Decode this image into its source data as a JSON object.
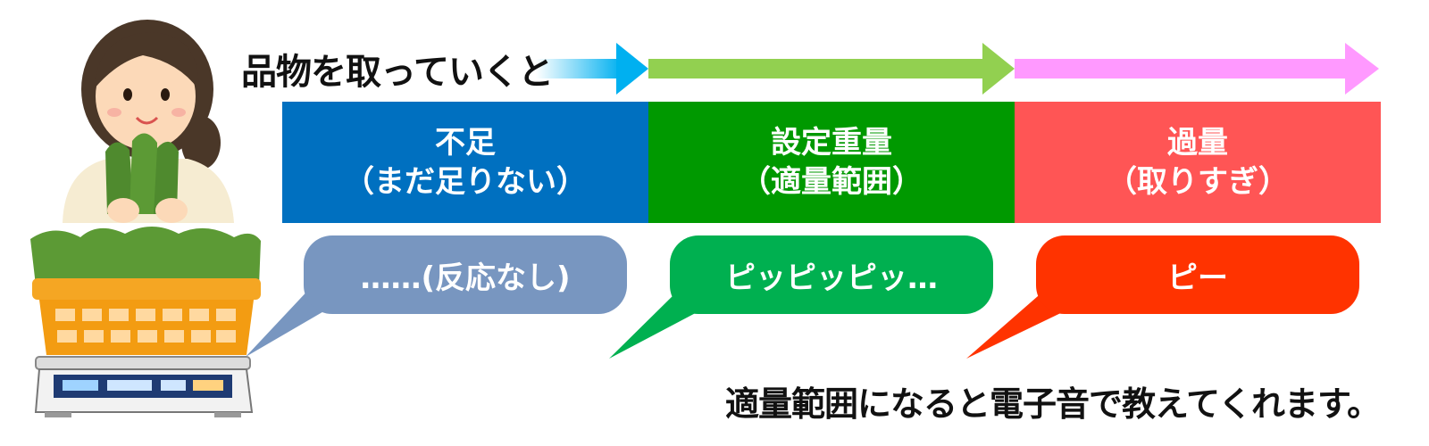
{
  "intro_text": "品物を取っていくと",
  "panels": [
    {
      "line1": "不足",
      "line2": "（まだ足りない）",
      "color": "#0070c0"
    },
    {
      "line1": "設定重量",
      "line2": "（適量範囲）",
      "color": "#009900"
    },
    {
      "line1": "過量",
      "line2": "（取りすぎ）",
      "color": "#ff5555"
    }
  ],
  "bubbles": [
    {
      "text": "……(反応なし)",
      "color": "#7896c0"
    },
    {
      "text": "ピッピッピッ…",
      "color": "#00b050"
    },
    {
      "text": "ピー",
      "color": "#ff3300"
    }
  ],
  "footer_text": "適量範囲になると電子音で教えてくれます。",
  "arrow_colors": [
    "#00b0f0",
    "#92d050",
    "#ff99ff"
  ]
}
